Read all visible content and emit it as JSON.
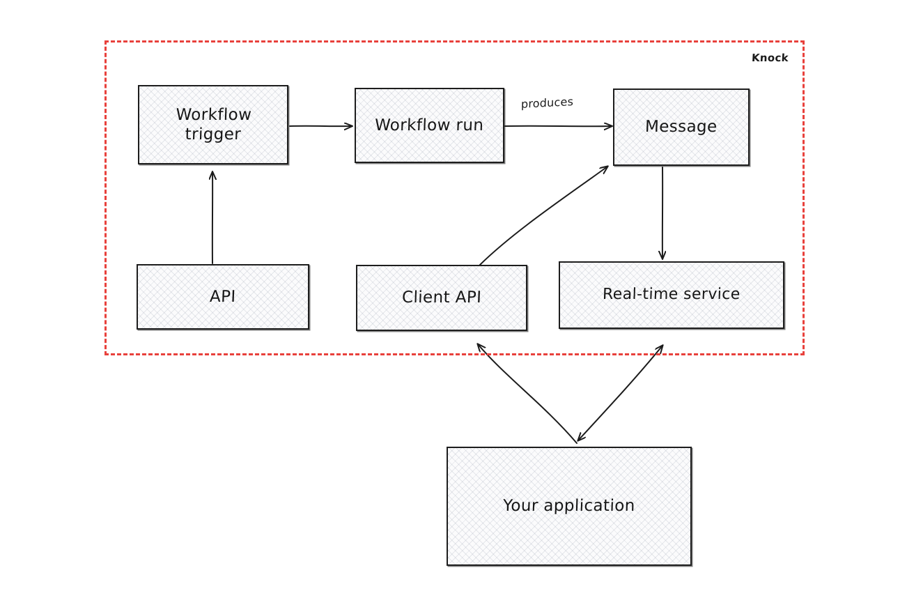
{
  "diagram": {
    "title_label": "Knock",
    "boundary": {
      "color": "#e8413c",
      "style": "dashed"
    },
    "nodes": [
      {
        "id": "workflow-trigger",
        "label": "Workflow\ntrigger"
      },
      {
        "id": "workflow-run",
        "label": "Workflow run"
      },
      {
        "id": "message",
        "label": "Message"
      },
      {
        "id": "api",
        "label": "API"
      },
      {
        "id": "client-api",
        "label": "Client API"
      },
      {
        "id": "real-time-service",
        "label": "Real-time service"
      },
      {
        "id": "your-application",
        "label": "Your application"
      }
    ],
    "edges": [
      {
        "from": "workflow-trigger",
        "to": "workflow-run",
        "label": ""
      },
      {
        "from": "workflow-run",
        "to": "message",
        "label": "produces"
      },
      {
        "from": "api",
        "to": "workflow-trigger",
        "label": ""
      },
      {
        "from": "client-api",
        "to": "message",
        "label": ""
      },
      {
        "from": "message",
        "to": "real-time-service",
        "label": ""
      },
      {
        "from": "your-application",
        "to": "client-api",
        "label": ""
      },
      {
        "from": "real-time-service",
        "to": "your-application",
        "label": "",
        "bidirectional": true
      }
    ]
  }
}
